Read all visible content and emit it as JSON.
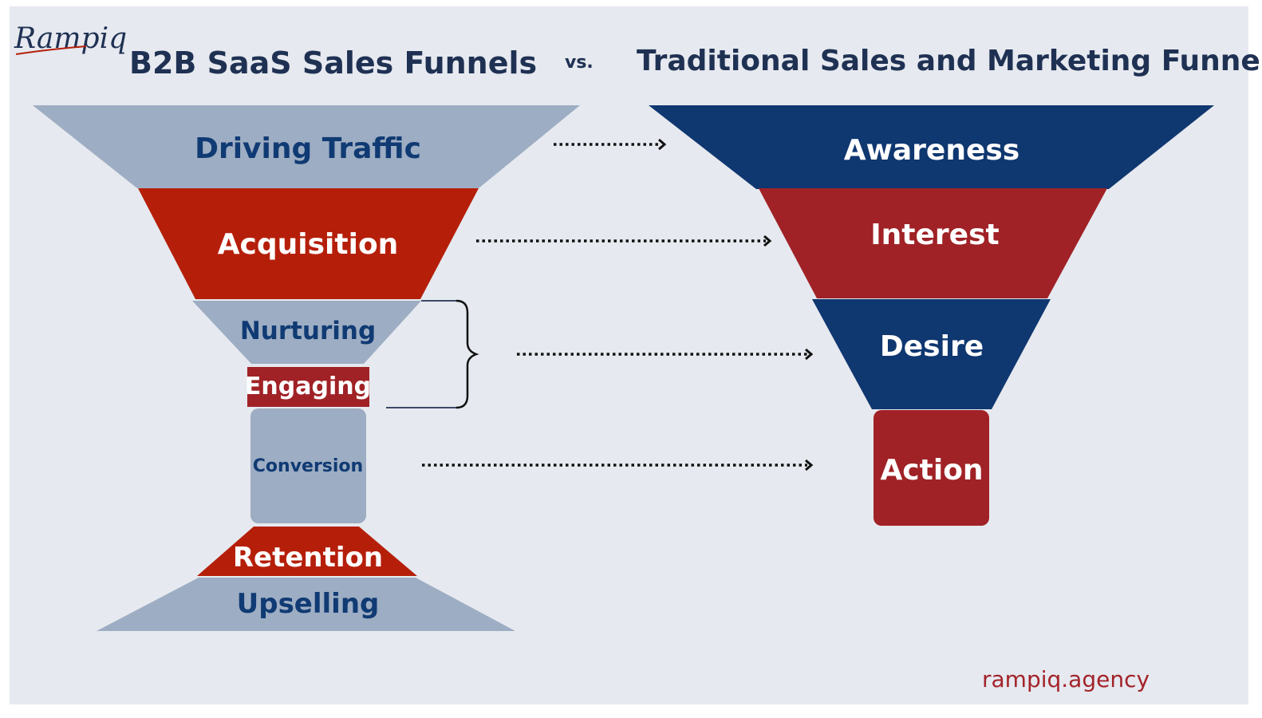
{
  "logo": {
    "text": "Rampiq"
  },
  "header": {
    "left_title": "B2B SaaS Sales Funnels",
    "vs": "vs.",
    "right_title": "Traditional Sales and Marketing Funnels"
  },
  "colors": {
    "background": "#e6e9ef",
    "light_blue": "#9dadc3",
    "red": "#b51f0a",
    "dark_red": "#a02226",
    "navy": "#0f3770",
    "label_navy": "#103a73",
    "white": "#ffffff",
    "title": "#1f3153",
    "footer": "#a3232a"
  },
  "left_funnel": {
    "stages": [
      {
        "label": "Driving Traffic",
        "fill": "light_blue",
        "text": "label_navy"
      },
      {
        "label": "Acquisition",
        "fill": "red",
        "text": "white"
      },
      {
        "label": "Nurturing",
        "fill": "light_blue",
        "text": "label_navy"
      },
      {
        "label": "Engaging",
        "fill": "dark_red",
        "text": "white"
      },
      {
        "label": "Conversion",
        "fill": "light_blue",
        "text": "label_navy"
      },
      {
        "label": "Retention",
        "fill": "red",
        "text": "white"
      },
      {
        "label": "Upselling",
        "fill": "light_blue",
        "text": "label_navy"
      }
    ]
  },
  "right_funnel": {
    "stages": [
      {
        "label": "Awareness",
        "fill": "navy",
        "text": "white"
      },
      {
        "label": "Interest",
        "fill": "dark_red",
        "text": "white"
      },
      {
        "label": "Desire",
        "fill": "navy",
        "text": "white"
      },
      {
        "label": "Action",
        "fill": "dark_red",
        "text": "white"
      }
    ]
  },
  "mappings": [
    {
      "from": "Driving Traffic",
      "to": "Awareness"
    },
    {
      "from": "Acquisition",
      "to": "Interest"
    },
    {
      "from": "Nurturing + Engaging",
      "to": "Desire"
    },
    {
      "from": "Conversion",
      "to": "Action"
    }
  ],
  "footer": {
    "text": "rampiq.agency"
  }
}
